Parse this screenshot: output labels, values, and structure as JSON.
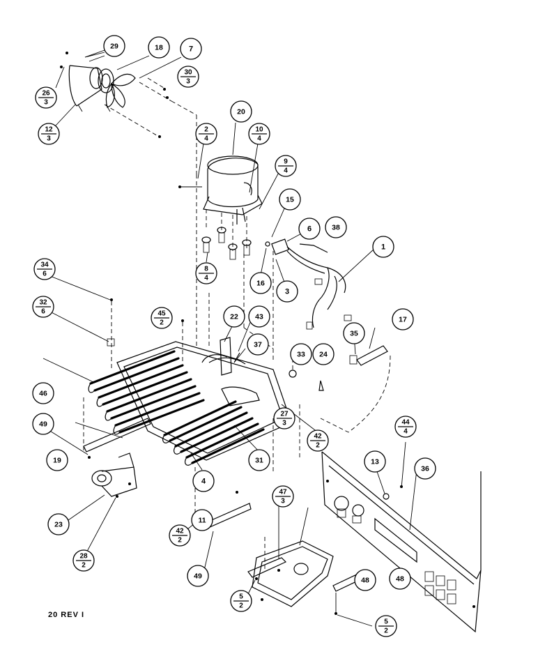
{
  "drawing": {
    "id_label": "20 REV I"
  },
  "callouts": [
    {
      "label": "29",
      "sub": ""
    },
    {
      "label": "18",
      "sub": ""
    },
    {
      "label": "7",
      "sub": ""
    },
    {
      "label": "26",
      "sub": "3"
    },
    {
      "label": "30",
      "sub": "3"
    },
    {
      "label": "12",
      "sub": "3"
    },
    {
      "label": "20",
      "sub": ""
    },
    {
      "label": "2",
      "sub": "4"
    },
    {
      "label": "10",
      "sub": "4"
    },
    {
      "label": "9",
      "sub": "4"
    },
    {
      "label": "15",
      "sub": ""
    },
    {
      "label": "6",
      "sub": ""
    },
    {
      "label": "38",
      "sub": ""
    },
    {
      "label": "1",
      "sub": ""
    },
    {
      "label": "8",
      "sub": "4"
    },
    {
      "label": "16",
      "sub": ""
    },
    {
      "label": "3",
      "sub": ""
    },
    {
      "label": "34",
      "sub": "6"
    },
    {
      "label": "45",
      "sub": "2"
    },
    {
      "label": "32",
      "sub": "6"
    },
    {
      "label": "22",
      "sub": ""
    },
    {
      "label": "43",
      "sub": ""
    },
    {
      "label": "37",
      "sub": ""
    },
    {
      "label": "17",
      "sub": ""
    },
    {
      "label": "35",
      "sub": ""
    },
    {
      "label": "33",
      "sub": ""
    },
    {
      "label": "24",
      "sub": ""
    },
    {
      "label": "46",
      "sub": ""
    },
    {
      "label": "49",
      "sub": ""
    },
    {
      "label": "42",
      "sub": "2"
    },
    {
      "label": "27",
      "sub": "3"
    },
    {
      "label": "31",
      "sub": ""
    },
    {
      "label": "4",
      "sub": ""
    },
    {
      "label": "44",
      "sub": "4"
    },
    {
      "label": "13",
      "sub": ""
    },
    {
      "label": "36",
      "sub": ""
    },
    {
      "label": "19",
      "sub": ""
    },
    {
      "label": "47",
      "sub": "3"
    },
    {
      "label": "11",
      "sub": ""
    },
    {
      "label": "23",
      "sub": ""
    },
    {
      "label": "48",
      "sub": ""
    },
    {
      "label": "42",
      "sub": "2"
    },
    {
      "label": "28",
      "sub": "2"
    },
    {
      "label": "5",
      "sub": "2"
    },
    {
      "label": "49",
      "sub": ""
    },
    {
      "label": "48",
      "sub": ""
    },
    {
      "label": "5",
      "sub": "2"
    }
  ]
}
